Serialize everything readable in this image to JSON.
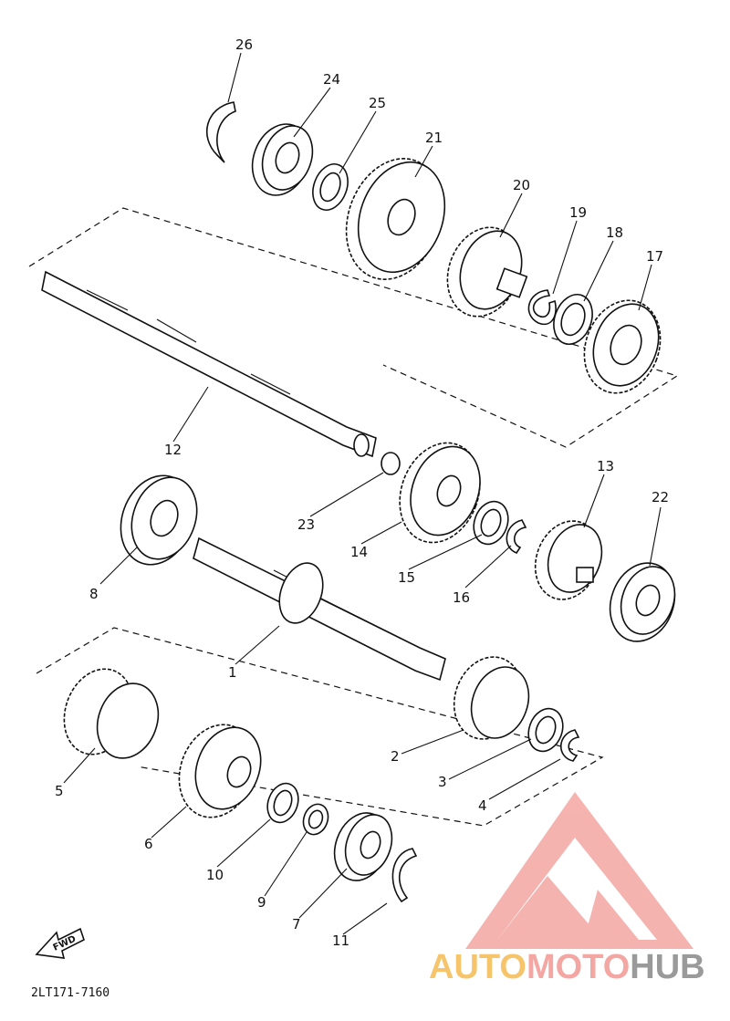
{
  "labels": {
    "p1": "1",
    "p2": "2",
    "p3": "3",
    "p4": "4",
    "p5": "5",
    "p6": "6",
    "p7": "7",
    "p8": "8",
    "p9": "9",
    "p10": "10",
    "p11": "11",
    "p12": "12",
    "p13": "13",
    "p14": "14",
    "p15": "15",
    "p16": "16",
    "p17": "17",
    "p18": "18",
    "p19": "19",
    "p20": "20",
    "p21": "21",
    "p22": "22",
    "p23": "23",
    "p24": "24",
    "p25": "25",
    "p26": "26"
  },
  "fwd_label": "FWD",
  "diagram_code": "2LT171-7160",
  "watermark": {
    "part1": "AUTO",
    "part2": "MOTO",
    "part3": "HUB",
    "colors": {
      "accent": "#f4a6a2",
      "orange": "#f6c46b",
      "grey": "#9a9a9a"
    }
  }
}
